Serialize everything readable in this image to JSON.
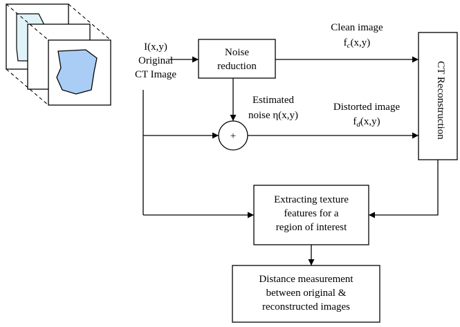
{
  "input": {
    "line1": "I(x,y)",
    "line2": "Original",
    "line3": "CT Image"
  },
  "noise_reduction": {
    "line1": "Noise",
    "line2": "reduction"
  },
  "clean_image": {
    "line1": "Clean image",
    "func": "f",
    "sub": "c",
    "args": "(x,y)"
  },
  "estimated_noise": {
    "line1": "Estimated",
    "line2": "noise η(x,y)"
  },
  "distorted_image": {
    "line1": "Distorted image",
    "func": "f",
    "sub": "d",
    "args": "(x,y)"
  },
  "adder": {
    "symbol": "+"
  },
  "ct_reconstruction": {
    "label": "CT Reconstruction"
  },
  "texture": {
    "line1": "Extracting texture",
    "line2": "features for a",
    "line3": "region of interest"
  },
  "distance": {
    "line1": "Distance measurement",
    "line2": "between original &",
    "line3": "reconstructed images"
  },
  "colors": {
    "slice_back_fill": "#dff3f8",
    "slice_front_fill": "#a9cdf5",
    "line": "#000000"
  }
}
